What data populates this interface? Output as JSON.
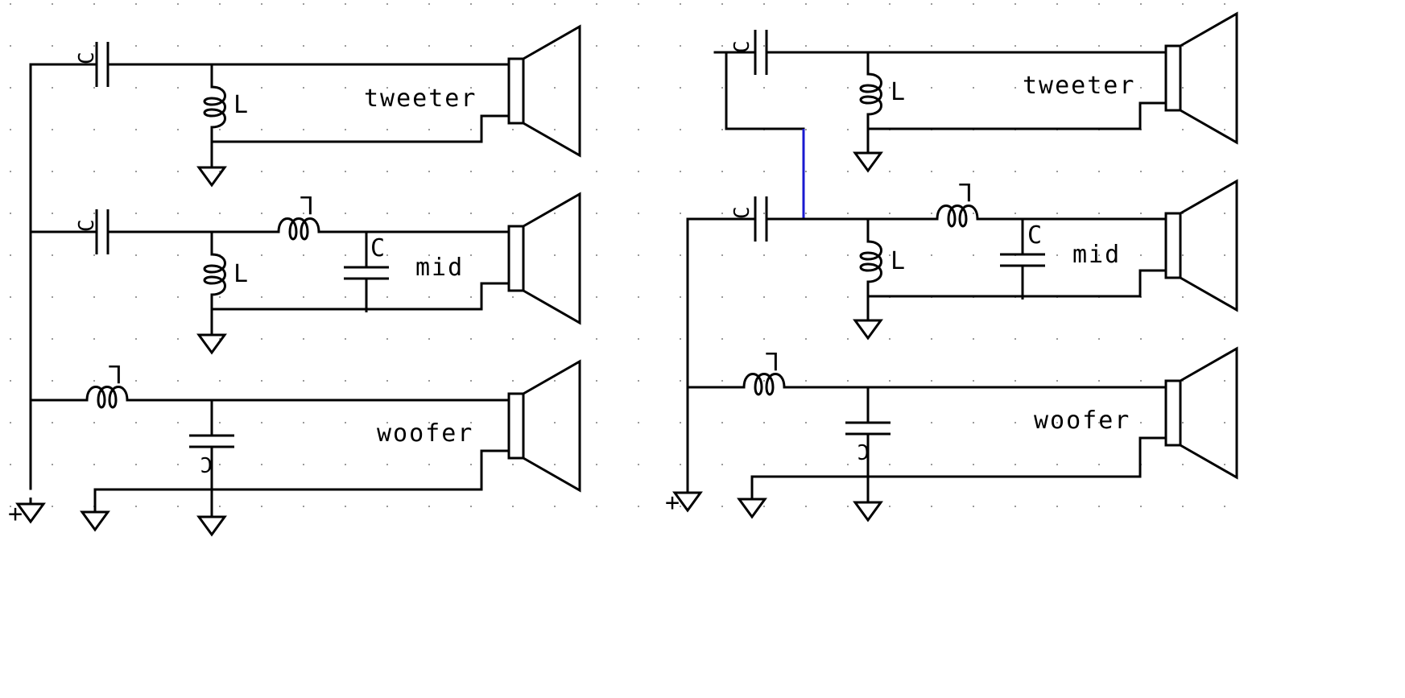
{
  "labels": {
    "tweeter": "tweeter",
    "mid": "mid",
    "woofer": "woofer",
    "capacitor": "C",
    "inductor": "L",
    "plus": "+"
  },
  "colors": {
    "wire": "#000000",
    "jumper": "#1a1ad0",
    "grid": "#9a9a9a",
    "background": "#ffffff"
  },
  "icons": [
    "capacitor-icon",
    "inductor-icon",
    "ground-icon",
    "speaker-icon",
    "supply-terminal-icon"
  ]
}
